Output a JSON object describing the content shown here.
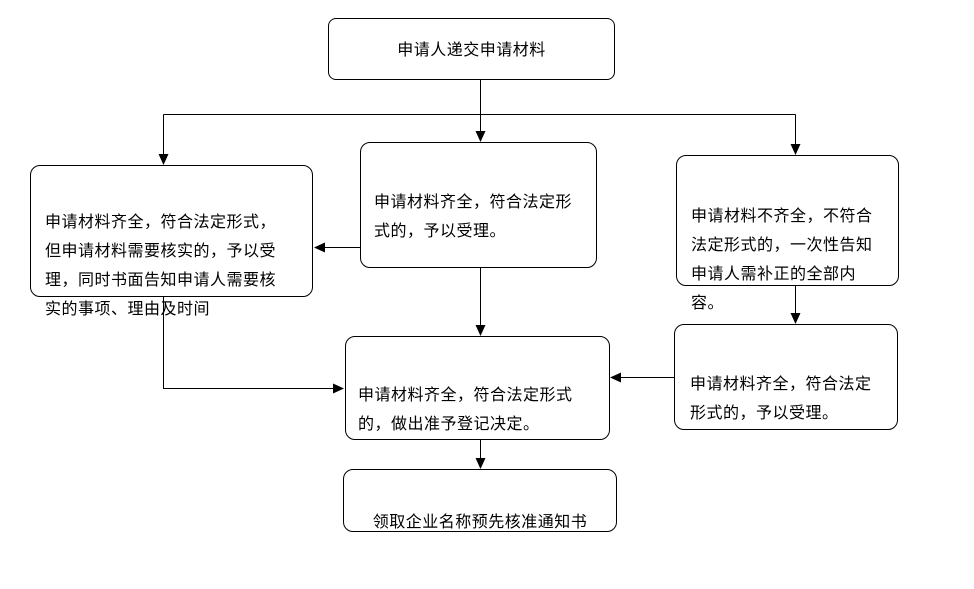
{
  "flowchart": {
    "colors": {
      "background": "#ffffff",
      "line": "#000000",
      "box_border": "#000000",
      "text": "#000000"
    },
    "nodes": {
      "submit": {
        "label": "申请人递交申请材料"
      },
      "accept_verify": {
        "label": "申请材料齐全，符合法定形式，\n但申请材料需要核实的，予以受\n理，同时书面告知申请人需要核\n实的事项、理由及时间"
      },
      "accept_direct": {
        "label": "申请材料齐全，符合法定形\n式的，予以受理。"
      },
      "incomplete": {
        "label": "申请材料不齐全，不符合\n法定形式的，一次性告知\n申请人需补正的全部内\n容。"
      },
      "accept_after_fix": {
        "label": "申请材料齐全，符合法定\n形式的，予以受理。"
      },
      "decision": {
        "label": "申请材料齐全，符合法定形式\n的，做出准予登记决定。"
      },
      "receive": {
        "label": "领取企业名称预先核准通知书"
      }
    },
    "edges": [
      {
        "from": "submit",
        "to": "accept_verify"
      },
      {
        "from": "submit",
        "to": "accept_direct"
      },
      {
        "from": "submit",
        "to": "incomplete"
      },
      {
        "from": "accept_direct",
        "to": "accept_verify"
      },
      {
        "from": "accept_direct",
        "to": "decision"
      },
      {
        "from": "accept_verify",
        "to": "decision"
      },
      {
        "from": "incomplete",
        "to": "accept_after_fix"
      },
      {
        "from": "accept_after_fix",
        "to": "decision"
      },
      {
        "from": "decision",
        "to": "receive"
      }
    ]
  }
}
